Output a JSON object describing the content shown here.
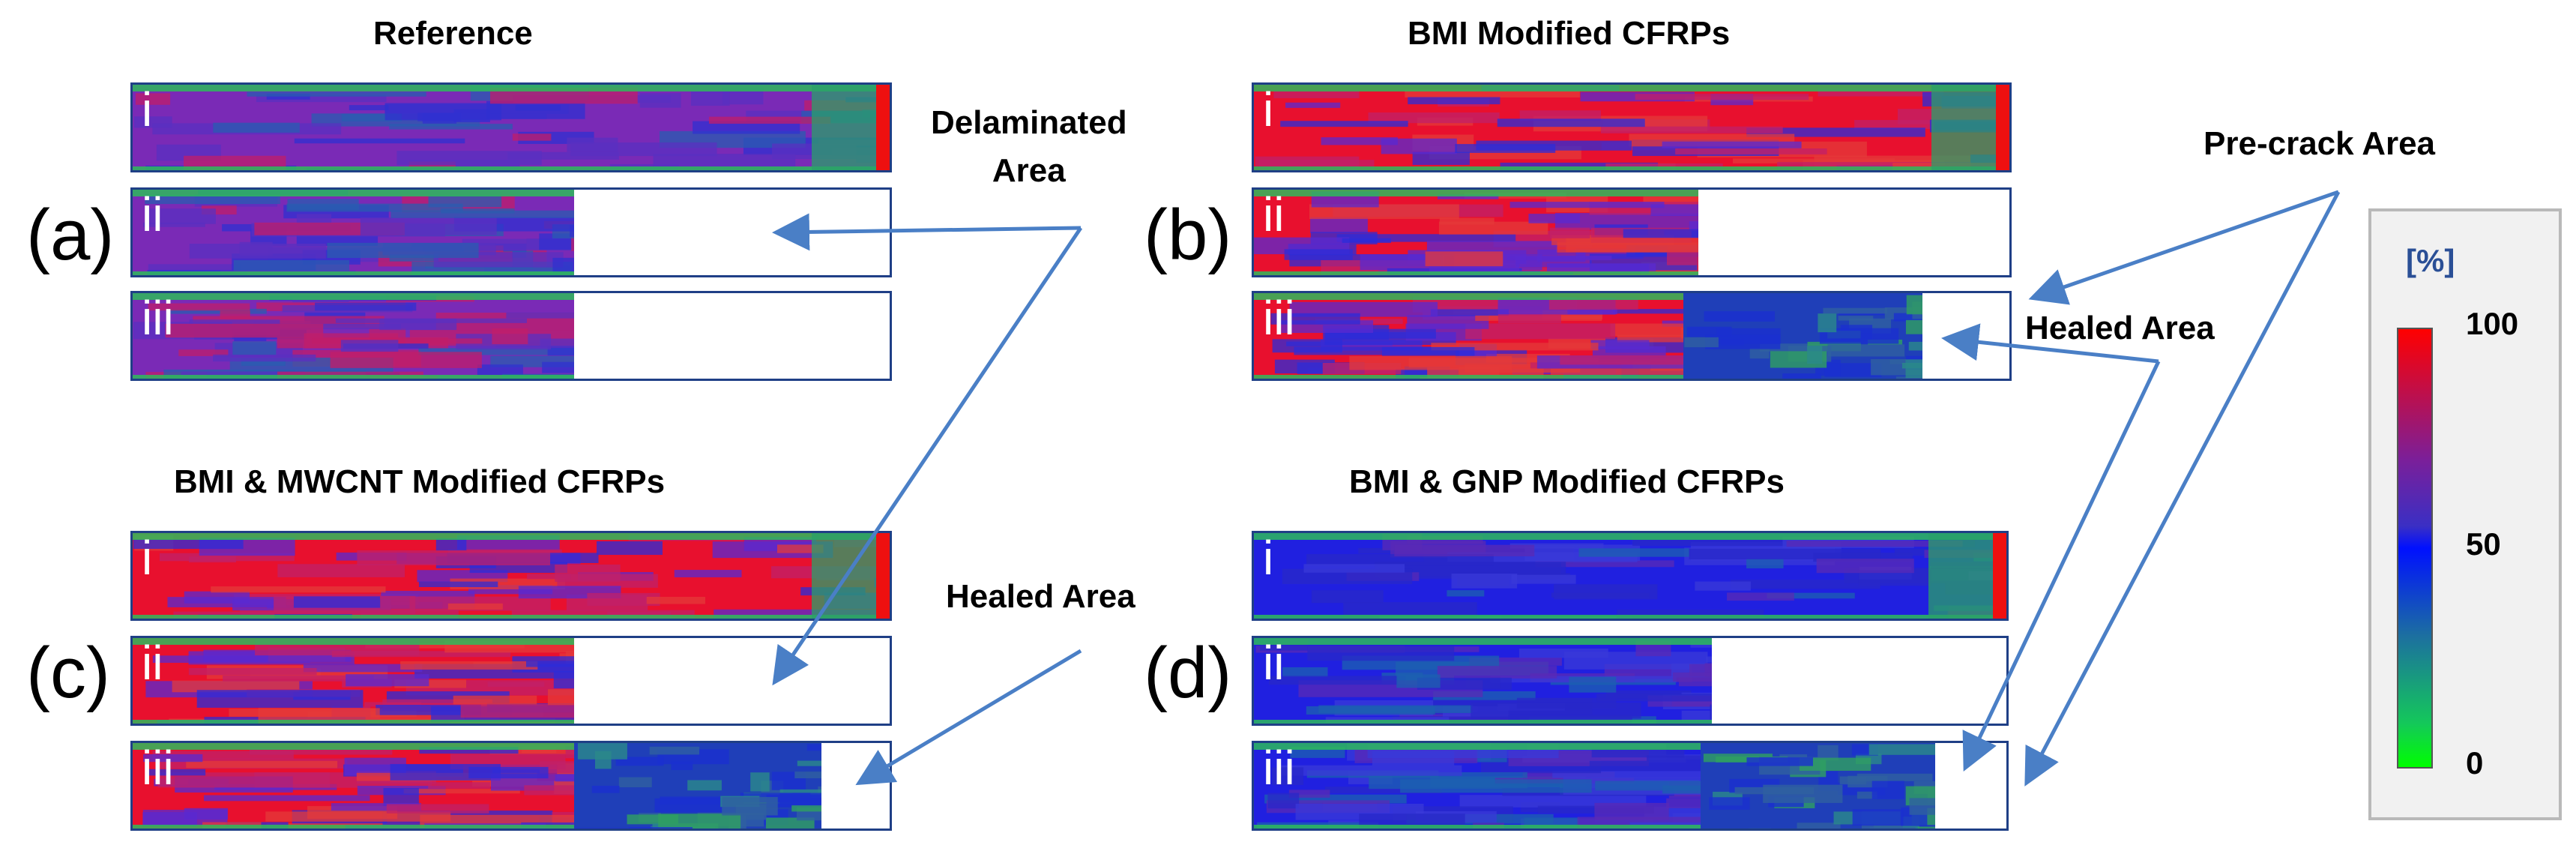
{
  "panels": [
    {
      "id": "a",
      "label": "(a)",
      "title": "Reference",
      "rows": [
        {
          "label": "i",
          "fill_fraction": 1.0,
          "palette": "purple",
          "damage_fraction": 0
        },
        {
          "label": "ii",
          "fill_fraction": 0.58,
          "palette": "purple",
          "damage_fraction": 0
        },
        {
          "label": "iii",
          "fill_fraction": 0.58,
          "palette": "purple",
          "damage_fraction": 0
        }
      ]
    },
    {
      "id": "b",
      "label": "(b)",
      "title": "BMI Modified CFRPs",
      "rows": [
        {
          "label": "i",
          "fill_fraction": 1.0,
          "palette": "red",
          "damage_fraction": 0
        },
        {
          "label": "ii",
          "fill_fraction": 0.585,
          "palette": "red",
          "damage_fraction": 0
        },
        {
          "label": "iii",
          "fill_fraction": 0.88,
          "palette": "red",
          "damage_fraction": 0.315
        }
      ]
    },
    {
      "id": "c",
      "label": "(c)",
      "title": "BMI & MWCNT Modified CFRPs",
      "rows": [
        {
          "label": "i",
          "fill_fraction": 1.0,
          "palette": "red",
          "damage_fraction": 0
        },
        {
          "label": "ii",
          "fill_fraction": 0.58,
          "palette": "red",
          "damage_fraction": 0
        },
        {
          "label": "iii",
          "fill_fraction": 0.905,
          "palette": "red",
          "damage_fraction": 0.325
        }
      ]
    },
    {
      "id": "d",
      "label": "(d)",
      "title": "BMI & GNP Modified CFRPs",
      "rows": [
        {
          "label": "i",
          "fill_fraction": 1.0,
          "palette": "blue",
          "damage_fraction": 0
        },
        {
          "label": "ii",
          "fill_fraction": 0.605,
          "palette": "blue",
          "damage_fraction": 0
        },
        {
          "label": "iii",
          "fill_fraction": 0.9,
          "palette": "blue",
          "damage_fraction": 0.31
        }
      ]
    }
  ],
  "annotations": {
    "delaminated": "Delaminated\nArea",
    "healed_top": "Healed Area",
    "healed_bottom": "Healed Area",
    "precrack": "Pre-crack Area"
  },
  "legend": {
    "unit": "[%]",
    "ticks": [
      "100",
      "50",
      "0"
    ]
  },
  "colors": {
    "frame": "#1f3f86",
    "arrow": "#4a7fc6",
    "red": "#e8102e",
    "blue": "#1e1ee0",
    "purple": "#6a2ab6",
    "green": "#1fc24d"
  }
}
